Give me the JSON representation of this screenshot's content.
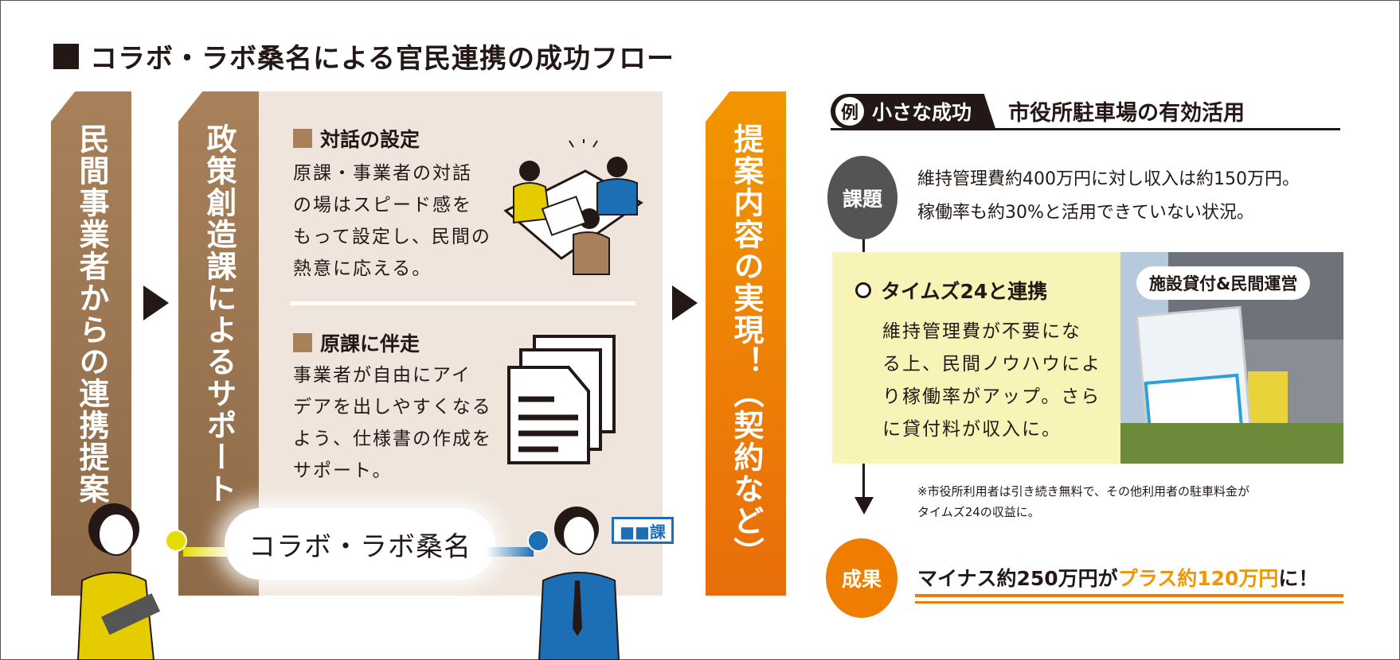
{
  "title": "コラボ・ラボ桑名による官民連携の成功フロー",
  "flow": {
    "step1": "民間事業者からの連携提案",
    "step2": "政策創造課によるサポート",
    "step3": "提案内容の実現！（契約など）",
    "support": [
      {
        "heading": "対話の設定",
        "lines": [
          "原課・事業者の対話",
          "の場はスピード感を",
          "もって設定し、民間の",
          "熱意に応える。"
        ]
      },
      {
        "heading": "原課に伴走",
        "lines": [
          "事業者が自由にアイ",
          "デアを出しやすくなる",
          "よう、仕様書の作成を",
          "サポート。"
        ]
      }
    ],
    "hub_label": "コラボ・ラボ桑名",
    "dept_sign": "■■課"
  },
  "example": {
    "badge": "例",
    "tag": "小さな成功",
    "title": "市役所駐車場の有効活用",
    "issue_label": "課題",
    "issue_lines": [
      "維持管理費約400万円に対し収入は約150万円。",
      "稼働率も約30%と活用できていない状況。"
    ],
    "partner_heading": "タイムズ24と連携",
    "partner_lines": [
      "維持管理費が不要にな",
      "る上、民間ノウハウによ",
      "り稼働率がアップ。さら",
      "に貸付料が収入に。"
    ],
    "photo_bubble": "施設貸付&民間運営",
    "note_lines": [
      "※市役所利用者は引き続き無料で、その他利用者の駐車料金が",
      "タイムズ24の収益に。"
    ],
    "result_label": "成果",
    "result_prefix": "マイナス約250万円が",
    "result_highlight": "プラス約120万円",
    "result_suffix": "に！"
  },
  "colors": {
    "brown": "#a8815a",
    "orange": "#ee7d00",
    "dark": "#231815",
    "yellow_bg": "#f8f4b8",
    "issue_circle": "#555354"
  }
}
